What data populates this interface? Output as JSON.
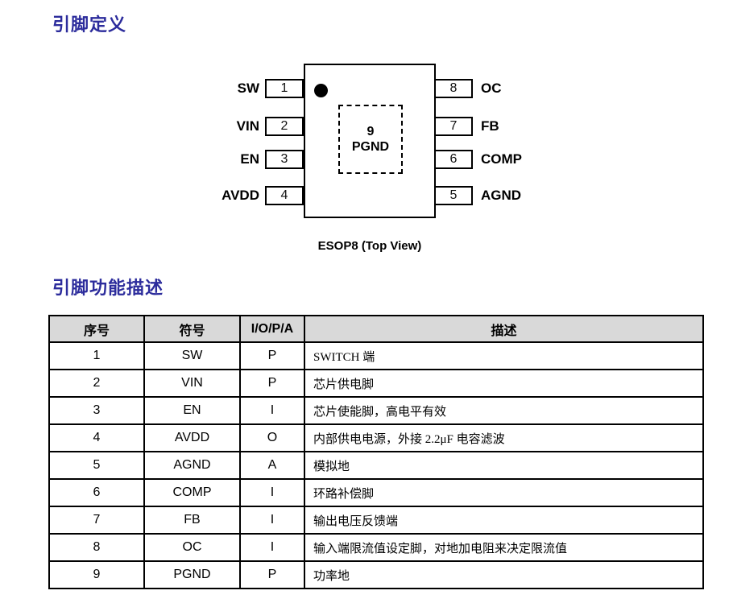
{
  "sections": {
    "pin_definition_title": "引脚定义",
    "pin_function_title": "引脚功能描述"
  },
  "diagram": {
    "caption": "ESOP8 (Top View)",
    "exposed_pad": {
      "number": "9",
      "name": "PGND"
    },
    "left_pins": [
      {
        "number": "1",
        "label": "SW"
      },
      {
        "number": "2",
        "label": "VIN"
      },
      {
        "number": "3",
        "label": "EN"
      },
      {
        "number": "4",
        "label": "AVDD"
      }
    ],
    "right_pins": [
      {
        "number": "8",
        "label": "OC"
      },
      {
        "number": "7",
        "label": "FB"
      },
      {
        "number": "6",
        "label": "COMP"
      },
      {
        "number": "5",
        "label": "AGND"
      }
    ]
  },
  "table": {
    "headers": [
      "序号",
      "符号",
      "I/O/P/A",
      "描述"
    ],
    "rows": [
      [
        "1",
        "SW",
        "P",
        "SWITCH 端"
      ],
      [
        "2",
        "VIN",
        "P",
        "芯片供电脚"
      ],
      [
        "3",
        "EN",
        "I",
        "芯片使能脚，高电平有效"
      ],
      [
        "4",
        "AVDD",
        "O",
        "内部供电电源，外接 2.2μF 电容滤波"
      ],
      [
        "5",
        "AGND",
        "A",
        "模拟地"
      ],
      [
        "6",
        "COMP",
        "I",
        "环路补偿脚"
      ],
      [
        "7",
        "FB",
        "I",
        "输出电压反馈端"
      ],
      [
        "8",
        "OC",
        "I",
        "输入端限流值设定脚，对地加电阻来决定限流值"
      ],
      [
        "9",
        "PGND",
        "P",
        "功率地"
      ]
    ]
  },
  "colors": {
    "title_blue": "#2c2c9c",
    "table_header_bg": "#d9d9d9",
    "border": "#000000"
  }
}
